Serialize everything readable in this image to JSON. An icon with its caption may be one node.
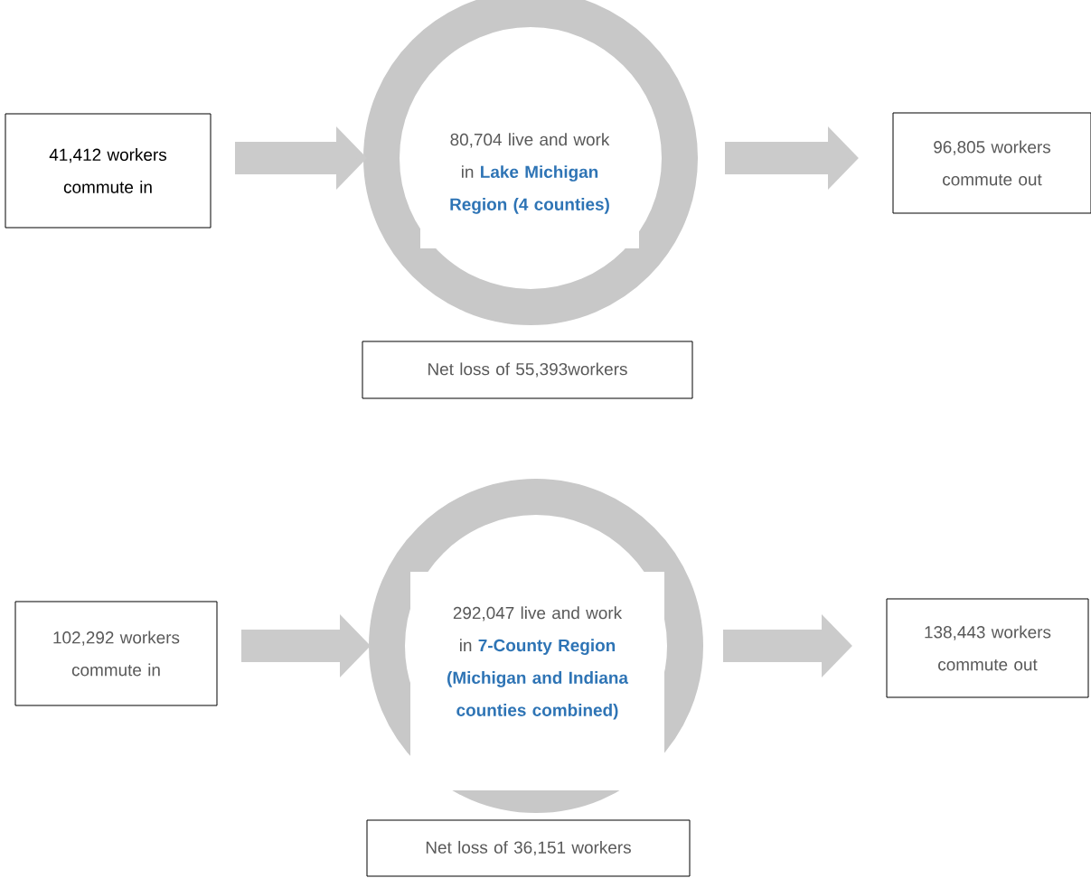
{
  "diagram": {
    "nodes": [
      {
        "text": [
          "41,412 workers commute in"
        ]
      },
      {
        "text": [
          "80,704 live and work in",
          "Lake Michigan Region (4 counties)"
        ]
      },
      {
        "text": [
          "96,805 workers commute out"
        ]
      },
      {
        "text": [
          "Net loss of 55,393workers"
        ]
      },
      {
        "text": [
          "102,292 workers commute in"
        ]
      },
      {
        "text": [
          "292,047 live and work in",
          "7-County Region (Michigan and Indiana counties combined)"
        ]
      },
      {
        "text": [
          "138,443 workers commute out"
        ]
      },
      {
        "text": [
          "Net loss of 36,151 workers"
        ]
      }
    ],
    "edges": [
      {
        "from": 0,
        "to": 1,
        "arrow": "to"
      },
      {
        "from": 1,
        "to": 2,
        "arrow": "to"
      },
      {
        "from": 4,
        "to": 5,
        "arrow": "to"
      },
      {
        "from": 5,
        "to": 6,
        "arrow": "to"
      }
    ]
  }
}
